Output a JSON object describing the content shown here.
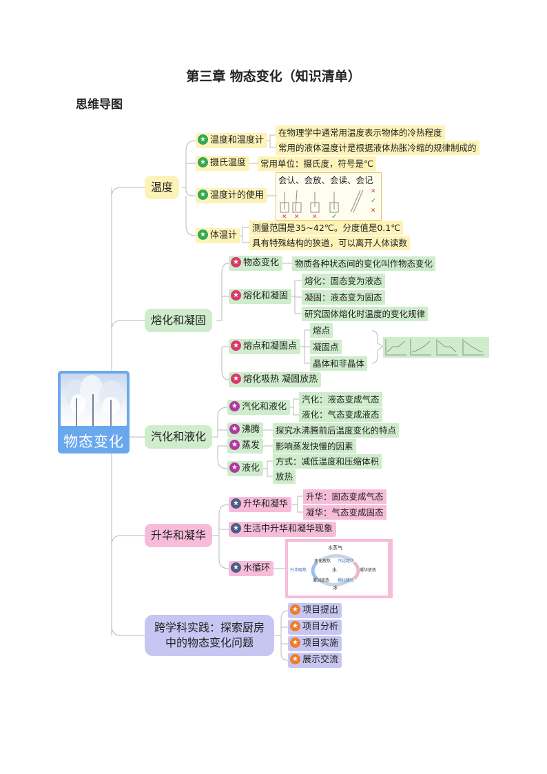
{
  "title": "第三章  物态变化（知识清单）",
  "subtitle": "思维导图",
  "root": {
    "label": "物态变化",
    "photo": "snow-tree-photo"
  },
  "icons": {
    "star": "★"
  },
  "branches": {
    "temp": {
      "label": "温度",
      "items": {
        "t1": {
          "label": "温度和温度计",
          "notes": [
            "在物理学中通常用温度表示物体的冷热程度",
            "常用的液体温度计是根据液体热胀冷缩的规律制成的"
          ]
        },
        "t2": {
          "label": "摄氏温度",
          "notes": [
            "常用单位：摄氏度，符号是℃"
          ]
        },
        "t3": {
          "label": "温度计的使用",
          "notes": [
            "会认、会放、会读、会记"
          ]
        },
        "t4": {
          "label": "体温计",
          "notes": [
            "测量范围是35~42℃。分度值是0.1℃",
            "具有特殊结构的狭道，可以离开人体读数"
          ]
        }
      }
    },
    "melt": {
      "label": "熔化和凝固",
      "items": {
        "m1": {
          "label": "物态变化",
          "notes": [
            "物质各种状态间的变化叫作物态变化"
          ]
        },
        "m2": {
          "label": "熔化和凝固",
          "notes": [
            "熔化：固态变为液态",
            "凝固：液态变为固态",
            "研究固体熔化时温度的变化规律"
          ]
        },
        "m3": {
          "label": "熔点和凝固点",
          "notes": [
            "熔点",
            "凝固点",
            "晶体和非晶体"
          ]
        },
        "m4": {
          "label": "熔化吸热 凝固放热",
          "notes": []
        }
      }
    },
    "vapor": {
      "label": "汽化和液化",
      "items": {
        "v1": {
          "label": "汽化和液化",
          "notes": [
            "汽化：液态变成气态",
            "液化：气态变成液态"
          ]
        },
        "v2": {
          "label": "沸腾",
          "notes": [
            "探究水沸腾前后温度变化的特点"
          ]
        },
        "v3": {
          "label": "蒸发",
          "notes": [
            "影响蒸发快慢的因素"
          ]
        },
        "v4": {
          "label": "液化",
          "notes": [
            "方式：减低温度和压缩体积",
            "放热"
          ]
        }
      }
    },
    "sub": {
      "label": "升华和凝华",
      "items": {
        "s1": {
          "label": "升华和凝华",
          "notes": [
            "升华：固态变成气态",
            "凝华：气态变成固态"
          ]
        },
        "s2": {
          "label": "生活中升华和凝华现象",
          "notes": []
        },
        "s3": {
          "label": "水循环",
          "notes": []
        }
      },
      "cycle": {
        "vapor": "水蒸气",
        "water": "水",
        "ice": "冰",
        "melt": "熔化吸热",
        "vaporize": "汽化吸热",
        "liquefy": "液化放热",
        "freeze": "凝固放热",
        "sublime": "升华吸热",
        "deposit": "凝华放热"
      }
    },
    "proj": {
      "label": "跨学科实践：探索厨房中的物态变化问题",
      "items": {
        "p1": {
          "label": "项目提出"
        },
        "p2": {
          "label": "项目分析"
        },
        "p3": {
          "label": "项目实施"
        },
        "p4": {
          "label": "展示交流"
        }
      }
    }
  },
  "colors": {
    "yellow": "#fdf3b8",
    "green": "#cfeccc",
    "pink": "#f7bcd9",
    "lavender": "#c7c6f2",
    "root": "#6aa8ee"
  }
}
